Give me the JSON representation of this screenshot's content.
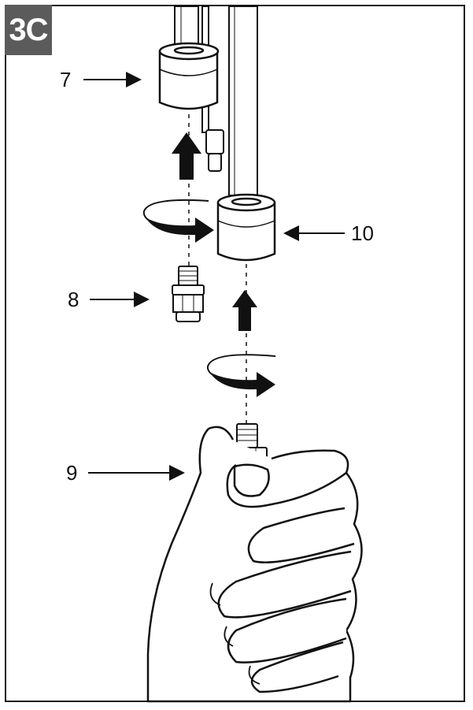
{
  "step": {
    "label": "3C",
    "badge_color": "#5b5b5b"
  },
  "callouts": [
    {
      "id": "7",
      "label": "7"
    },
    {
      "id": "8",
      "label": "8"
    },
    {
      "id": "9",
      "label": "9"
    },
    {
      "id": "10",
      "label": "10"
    }
  ],
  "colors": {
    "line": "#111111",
    "arrow": "#111111",
    "background": "#ffffff"
  }
}
